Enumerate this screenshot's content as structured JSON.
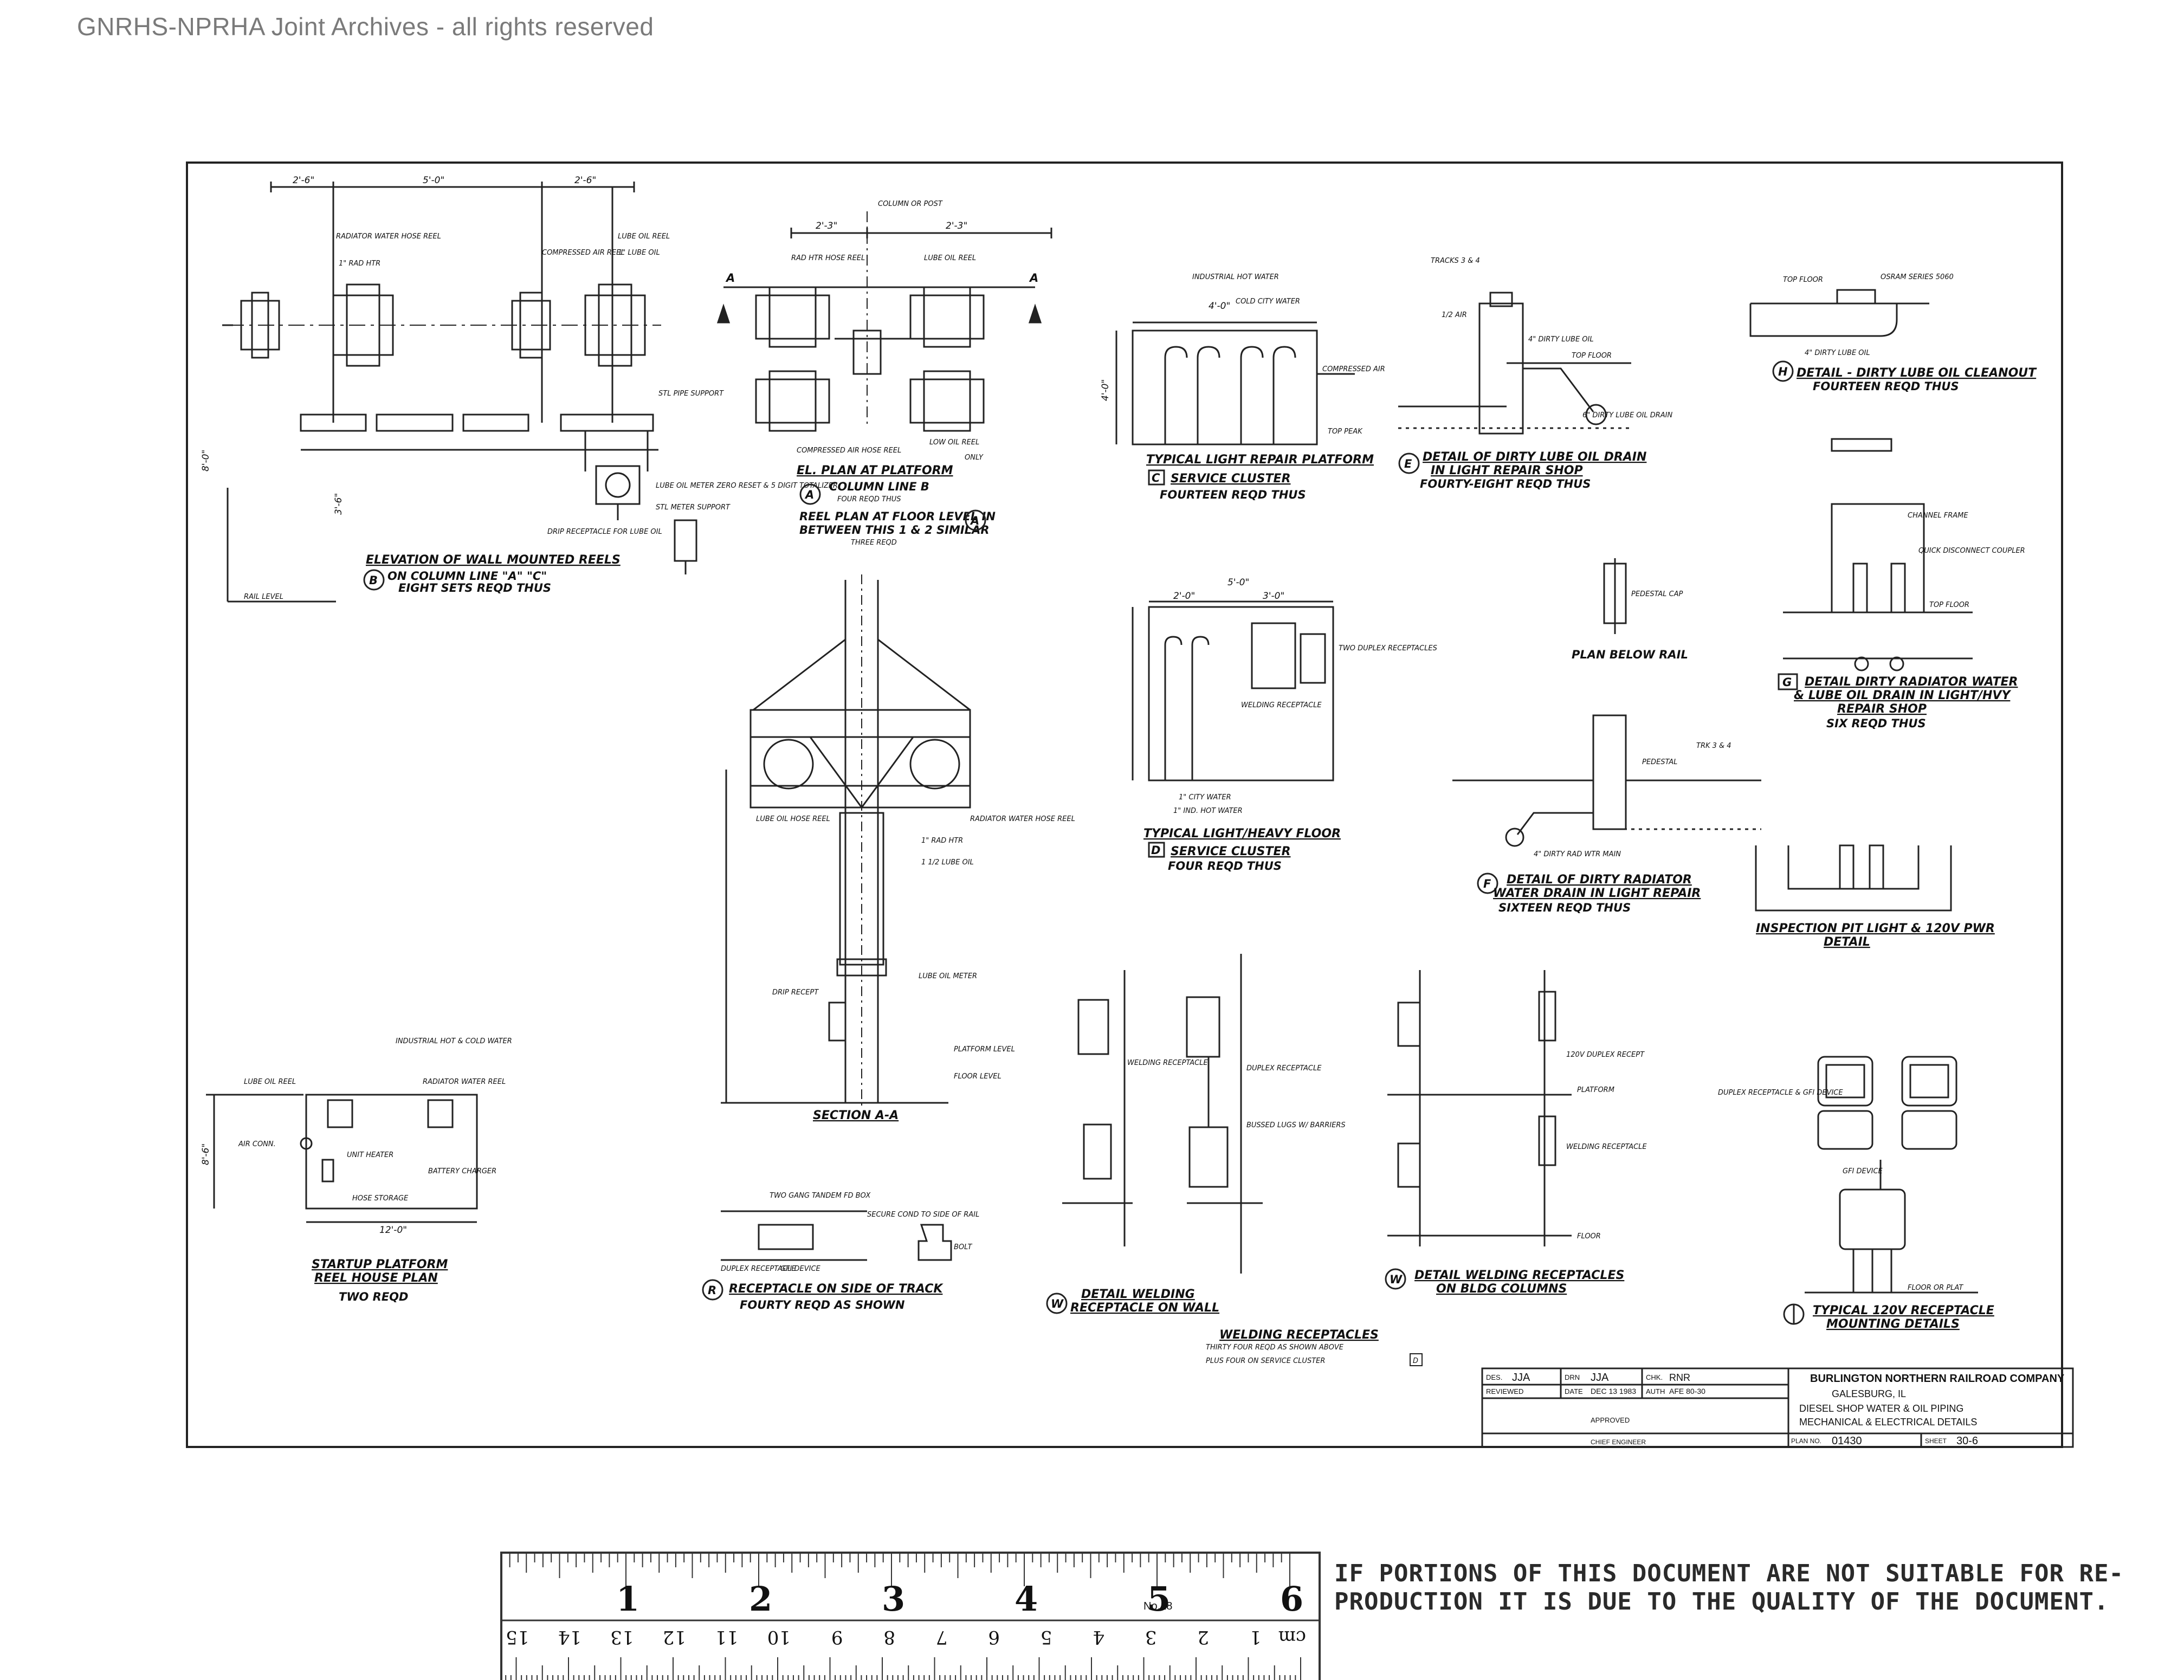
{
  "watermark": "GNRHS-NPRHA Joint Archives - all rights reserved",
  "details": {
    "elevation": {
      "title": "ELEVATION OF WALL MOUNTED REELS",
      "bubble": "B",
      "line2": "ON COLUMN LINE \"A\" \"C\"",
      "line3": "EIGHT SETS REQD THUS",
      "dims": [
        "2'-6\"",
        "5'-0\"",
        "2'-6\"",
        "8'-0\"",
        "3'-6\""
      ],
      "labels": [
        "RADIATOR WATER HOSE REEL",
        "COMPRESSED AIR REEL",
        "LUBE OIL REEL",
        "1\" RAD HTR",
        "1\" LUBE OIL",
        "STL PIPE SUPPORT",
        "LUBE OIL METER ZERO RESET & 5 DIGIT TOTALIZER",
        "STL METER SUPPORT",
        "DRIP RECEPTACLE FOR LUBE OIL",
        "RAIL LEVEL"
      ]
    },
    "plan_a": {
      "title": "EL. PLAN AT PLATFORM",
      "bubble": "A",
      "line2": "COLUMN LINE B",
      "line3": "FOUR REQD THUS",
      "sub1": "REEL PLAN AT FLOOR LEVEL IN",
      "sub2": "BETWEEN THIS 1 & 2 SIMILAR",
      "sub3": "THREE REQD",
      "bubble_ref": "A",
      "labels": [
        "COLUMN OR POST",
        "RAD HTR HOSE REEL",
        "LUBE OIL REEL",
        "COMPRESSED AIR HOSE REEL",
        "LOW OIL REEL",
        "ONLY"
      ],
      "dims": [
        "2'-3\"",
        "2'-3\""
      ],
      "section_marks": [
        "A",
        "A"
      ]
    },
    "cluster_c": {
      "title": "TYPICAL LIGHT REPAIR PLATFORM",
      "tag": "C",
      "line2": "SERVICE CLUSTER",
      "line3": "FOURTEEN REQD THUS",
      "labels": [
        "INDUSTRIAL HOT WATER",
        "COLD CITY WATER",
        "COMPRESSED AIR",
        "TOP PEAK"
      ],
      "dims": [
        "4'-0\"",
        "4'-0\""
      ]
    },
    "detail_e": {
      "bubble": "E",
      "title": "DETAIL OF DIRTY LUBE OIL DRAIN",
      "line2": "IN LIGHT REPAIR SHOP",
      "line3": "FOURTY-EIGHT REQD THUS",
      "labels": [
        "TRACKS 3 & 4",
        "1/2 AIR",
        "4\" DIRTY LUBE OIL",
        "TOP FLOOR",
        "6\" DIRTY LUBE OIL DRAIN"
      ]
    },
    "detail_h": {
      "bubble": "H",
      "title": "DETAIL - DIRTY LUBE OIL CLEANOUT",
      "line2": "FOURTEEN REQD THUS",
      "labels": [
        "TOP FLOOR",
        "OSRAM SERIES 5060",
        "4\" DIRTY LUBE OIL"
      ]
    },
    "section_aa": {
      "title": "SECTION A-A",
      "labels": [
        "LUBE OIL HOSE REEL",
        "RADIATOR WATER HOSE REEL",
        "1\" RAD HTR",
        "1 1/2 LUBE OIL",
        "LUBE OIL METER",
        "DRIP RECEPT",
        "PLATFORM LEVEL",
        "FLOOR LEVEL"
      ]
    },
    "cluster_d": {
      "title": "TYPICAL LIGHT/HEAVY FLOOR",
      "tag": "D",
      "line2": "SERVICE CLUSTER",
      "line3": "FOUR REQD THUS",
      "labels": [
        "WELDING RECEPTACLE",
        "1\" CITY WATER",
        "1\" IND. HOT WATER",
        "TWO DUPLEX RECEPTACLES"
      ],
      "dims": [
        "5'-0\"",
        "2'-0\"",
        "3'-0\""
      ]
    },
    "detail_f": {
      "bubble": "F",
      "title": "DETAIL OF DIRTY RADIATOR",
      "line2": "WATER DRAIN IN LIGHT REPAIR",
      "line3": "SIXTEEN REQD THUS",
      "labels": [
        "PEDESTAL CAP",
        "PLAN BELOW RAIL",
        "PEDESTAL",
        "4\" DIRTY RAD WTR MAIN",
        "TRK 3 & 4"
      ]
    },
    "detail_g": {
      "tag": "G",
      "title": "DETAIL DIRTY RADIATOR WATER",
      "line2": "& LUBE OIL DRAIN IN LIGHT/HVY",
      "line3": "REPAIR SHOP",
      "line4": "SIX REQD THUS",
      "labels": [
        "CHANNEL FRAME",
        "TOP FLOOR",
        "QUICK DISCONNECT COUPLER"
      ]
    },
    "inspection_pit": {
      "title": "INSPECTION PIT LIGHT & 120V PWR",
      "line2": "DETAIL"
    },
    "startup": {
      "title": "STARTUP PLATFORM",
      "line2": "REEL HOUSE PLAN",
      "line3": "TWO REQD",
      "labels": [
        "LUBE OIL REEL",
        "RADIATOR WATER REEL",
        "AIR CONN.",
        "UNIT HEATER",
        "HOSE STORAGE",
        "INDUSTRIAL HOT & COLD WATER",
        "BATTERY CHARGER"
      ],
      "dims": [
        "8'-6\"",
        "12'-0\""
      ]
    },
    "detail_r": {
      "bubble": "R",
      "title": "RECEPTACLE ON SIDE OF TRACK",
      "line2": "FOURTY REQD AS SHOWN",
      "labels": [
        "TWO GANG TANDEM FD BOX",
        "DUPLEX RECEPTACLE",
        "GFI DEVICE",
        "SECURE COND TO SIDE OF RAIL",
        "BOLT"
      ]
    },
    "detail_w1": {
      "bubble": "W",
      "title": "DETAIL WELDING",
      "line2": "RECEPTACLE ON WALL",
      "labels": [
        "WELDING RECEPTACLE",
        "DUPLEX RECEPTACLE",
        "BUSSED LUGS W/ BARRIERS"
      ]
    },
    "detail_w2": {
      "bubble": "W",
      "title": "DETAIL WELDING RECEPTACLES",
      "line2": "ON BLDG COLUMNS",
      "labels": [
        "120V DUPLEX RECEPT",
        "PLATFORM",
        "WELDING RECEPTACLE",
        "FLOOR"
      ]
    },
    "detail_120v": {
      "title": "TYPICAL 120V RECEPTACLE",
      "line2": "MOUNTING DETAILS",
      "labels": [
        "GFI DEVICE",
        "DUPLEX RECEPTACLE & GFI DEVICE",
        "FLOOR OR PLAT"
      ]
    },
    "welding_note": {
      "title": "WELDING RECEPTACLES",
      "line2": "THIRTY FOUR REQD AS SHOWN ABOVE",
      "line3": "PLUS FOUR ON SERVICE CLUSTER",
      "tag": "D"
    }
  },
  "title_block": {
    "des_label": "DES.",
    "des": "JJA",
    "drn_label": "DRN",
    "drn": "JJA",
    "chk_label": "CHK.",
    "chk": "RNR",
    "reviewed": "REVIEWED",
    "date_label": "DATE",
    "date": "DEC 13 1983",
    "auth_label": "AUTH",
    "auth": "AFE 80-30",
    "approved": "APPROVED",
    "chief": "CHIEF ENGINEER",
    "company": "BURLINGTON NORTHERN RAILROAD COMPANY",
    "place": "GALESBURG, IL",
    "desc1": "DIESEL SHOP WATER & OIL PIPING",
    "desc2": "MECHANICAL & ELECTRICAL DETAILS",
    "plan_label": "PLAN NO.",
    "plan": "01430",
    "sheet_label": "SHEET",
    "sheet": "30-6"
  },
  "ruler": {
    "inches": [
      "1",
      "2",
      "3",
      "4",
      "5",
      "6"
    ],
    "cm": [
      "1",
      "2",
      "3",
      "4",
      "5",
      "6",
      "7",
      "8",
      "9",
      "10",
      "11",
      "12",
      "13",
      "14",
      "15"
    ],
    "cm_unit": "cm",
    "model": "No.18"
  },
  "disclaimer": {
    "line1": "IF PORTIONS OF THIS DOCUMENT ARE NOT SUITABLE FOR RE-",
    "line2": "PRODUCTION IT IS DUE TO THE QUALITY OF THE DOCUMENT."
  }
}
